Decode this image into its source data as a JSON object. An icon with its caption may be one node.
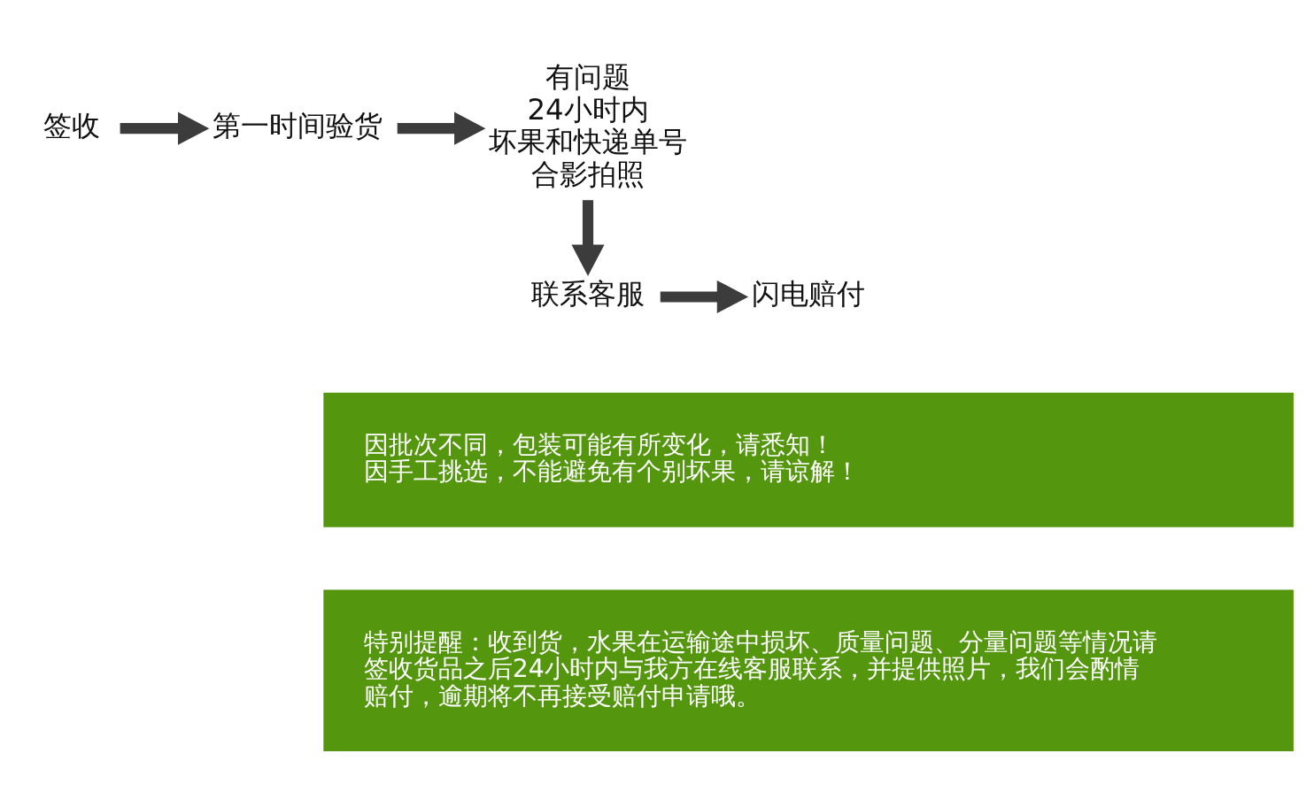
{
  "diagram": {
    "nodes": [
      {
        "text": [
          "签收"
        ]
      },
      {
        "text": [
          "第一时间验货"
        ]
      },
      {
        "text": [
          "有问题",
          "24小时内",
          "坏果和快递单号",
          "合影拍照"
        ]
      },
      {
        "text": [
          "联系客服"
        ]
      },
      {
        "text": [
          "闪电赔付"
        ]
      },
      {
        "text": [
          "因批次不同，包装可能有所变化，请悉知！",
          "因手工挑选，不能避免有个别坏果，请谅解！"
        ]
      },
      {
        "text": [
          "特别提醒：收到货，水果在运输途中损坏、质量问题、分量问题等情况请签收货品之后24小时内与我方在线客服联系，并提供照片，我们会酌情赔付，逾期将不再接受赔付申请哦。"
        ]
      }
    ],
    "edges": [
      {
        "from": 0,
        "to": 1,
        "arrow": "to"
      },
      {
        "from": 1,
        "to": 2,
        "arrow": "to"
      },
      {
        "from": 2,
        "to": 3,
        "arrow": "to"
      },
      {
        "from": 3,
        "to": 4,
        "arrow": "to"
      }
    ]
  }
}
